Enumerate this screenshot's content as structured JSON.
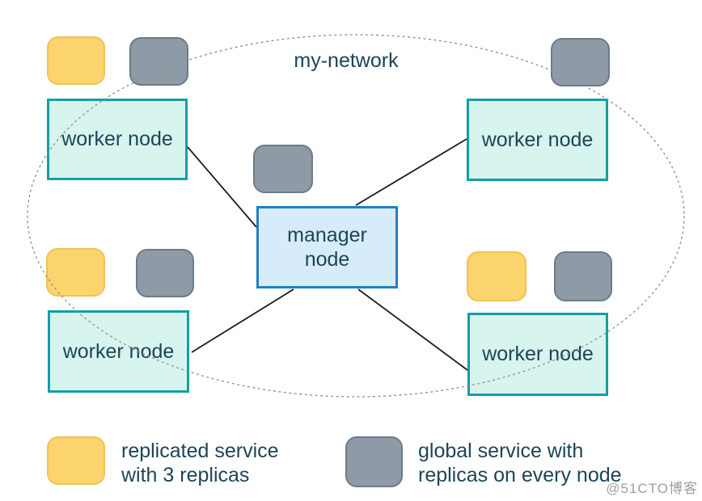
{
  "network": {
    "label": "my-network"
  },
  "nodes": {
    "worker_tl": "worker node",
    "worker_tr": "worker node",
    "worker_bl": "worker node",
    "worker_br": "worker node",
    "manager_line1": "manager",
    "manager_line2": "node"
  },
  "legend": {
    "replicated_line1": "replicated service",
    "replicated_line2": "with 3 replicas",
    "global_line1": "global service with",
    "global_line2": "replicas on every node"
  },
  "watermark": "@51CTO博客",
  "colors": {
    "replicated_service_fill": "#fcd46e",
    "replicated_service_border": "#f0c155",
    "global_service_fill": "#8e9ba7",
    "global_service_border": "#6d7b88",
    "worker_node_fill": "#d8f4ef",
    "worker_node_border": "#11a0a4",
    "manager_node_fill": "#d6ecfb",
    "manager_node_border": "#1f80c4",
    "label_text": "#1d4557",
    "network_boundary": "#8f8f8f",
    "connector": "#1c1c1c"
  }
}
